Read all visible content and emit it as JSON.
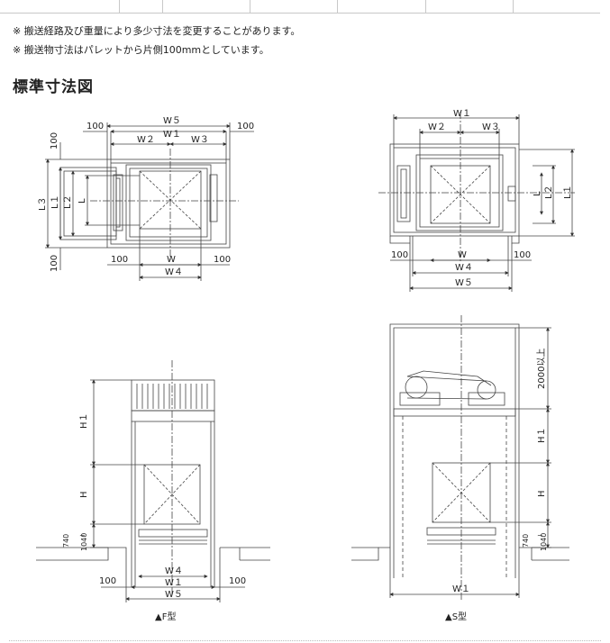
{
  "notes": [
    "※ 搬送経路及び重量により多少寸法を変更することがあります。",
    "※ 搬送物寸法はパレットから片側100mmとしています。"
  ],
  "section_title": "標準寸法図",
  "plan_f": {
    "W5": "W５",
    "W1": "W１",
    "W2": "W２",
    "W3": "W３",
    "W": "W",
    "W4": "W４",
    "L3": "L３",
    "L1": "L１",
    "L2": "L２",
    "L": "L",
    "dim_100": "100"
  },
  "plan_s": {
    "W1": "W１",
    "W2": "W２",
    "W3": "W３",
    "W": "W",
    "W4": "W４",
    "W5": "W５",
    "L2": "L２",
    "L1": "L１",
    "L": "L",
    "dim_100": "100"
  },
  "elev_f": {
    "H1": "H１",
    "H": "H",
    "d740": "740",
    "tilde": "~",
    "d1040": "1040",
    "W4": "W４",
    "W1": "W１",
    "W5": "W５",
    "dim_100": "100",
    "caption": "▲F型"
  },
  "elev_s": {
    "d2000": "2000以上",
    "H1": "H１",
    "H": "H",
    "d740": "740",
    "tilde": "~",
    "d1040": "1040",
    "W1": "W１",
    "caption": "▲S型"
  }
}
